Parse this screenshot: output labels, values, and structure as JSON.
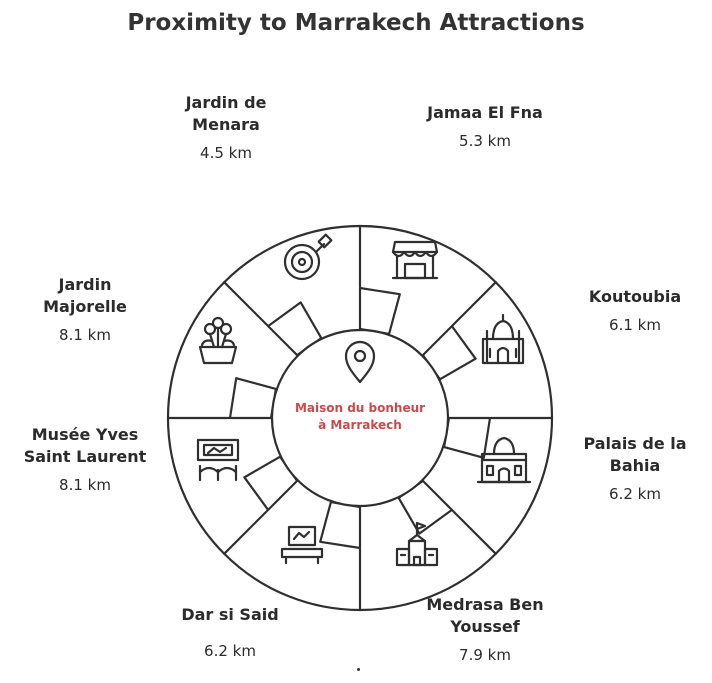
{
  "title": "Proximity to Marrakech Attractions",
  "center": {
    "label": "Maison du bonheur\nà Marrakech",
    "icon": "map-pin-icon"
  },
  "colors": {
    "center_text": "#c94a4a",
    "stroke": "#2f2f2f"
  },
  "attractions": [
    {
      "name": "Jamaa El Fna",
      "distance": "5.3 km",
      "icon": "market-stall-icon"
    },
    {
      "name": "Koutoubia",
      "distance": "6.1 km",
      "icon": "mosque-icon"
    },
    {
      "name": "Palais de la\nBahia",
      "distance": "6.2 km",
      "icon": "palace-icon"
    },
    {
      "name": "Medrasa Ben\nYoussef",
      "distance": "7.9 km",
      "icon": "school-building-icon"
    },
    {
      "name": "Dar si Said",
      "distance": "6.2 km",
      "icon": "museum-exhibit-icon"
    },
    {
      "name": "Musée Yves\nSaint Laurent",
      "distance": "8.1 km",
      "icon": "gallery-frame-icon"
    },
    {
      "name": "Jardin\nMajorelle",
      "distance": "8.1 km",
      "icon": "flower-pot-icon"
    },
    {
      "name": "Jardin de\nMenara",
      "distance": "4.5 km",
      "icon": "garden-hose-icon"
    }
  ]
}
